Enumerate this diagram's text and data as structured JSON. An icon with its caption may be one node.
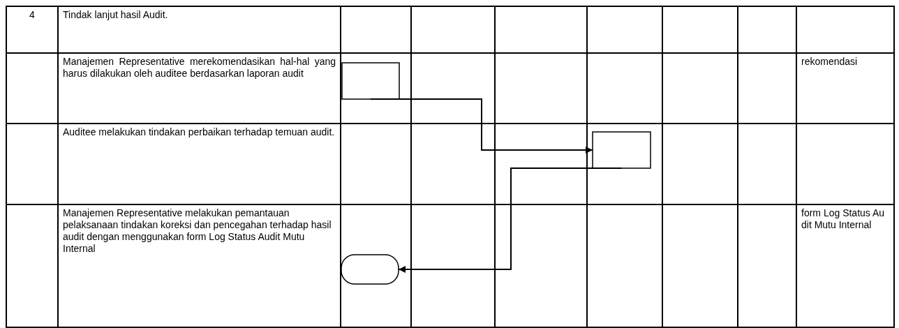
{
  "diagram": {
    "nodes": [
      {
        "text": [],
        "shape": "box"
      },
      {
        "text": [],
        "shape": "box"
      },
      {
        "text": [],
        "shape": "stadium"
      }
    ],
    "edges": [
      {
        "from": 0,
        "to": 1,
        "arrow": "to"
      },
      {
        "from": 1,
        "to": 2,
        "arrow": "to"
      }
    ],
    "labels": [
      "4",
      "Tindak lanjut hasil Audit.",
      "Manajemen Representative merekomendasikan hal-hal yang harus dilakukan oleh auditee berdasarkan laporan audit",
      "rekomendasi",
      "Auditee melakukan tindakan perbaikan terhadap temuan audit.",
      "Manajemen Representative melakukan pemantauan pelaksanaan tindakan koreksi dan pencegahan terhadap hasil audit dengan menggunakan form Log Status Audit Mutu Internal",
      "form Log Status Audit Mutu Internal"
    ]
  }
}
